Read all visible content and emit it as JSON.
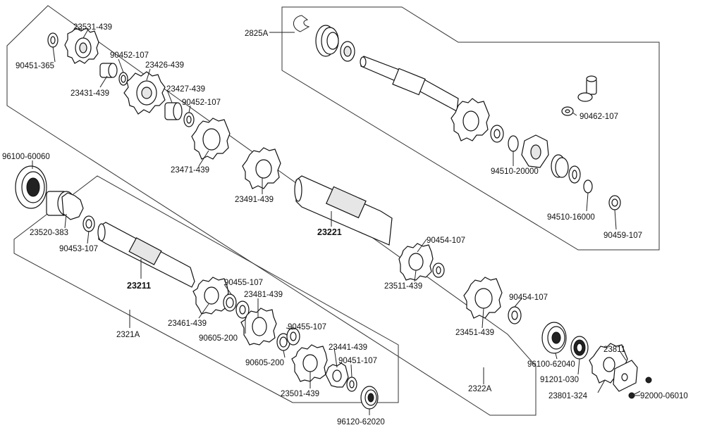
{
  "part_labels": {
    "p23531": "23531-439",
    "p90451_365": "90451-365",
    "p90452_107a": "90452-107",
    "p23426": "23426-439",
    "p23431": "23431-439",
    "p23427": "23427-439",
    "p90452_107b": "90452-107",
    "p23471": "23471-439",
    "p2825A": "2825A",
    "p90462": "90462-107",
    "p94510_20000": "94510-20000",
    "p94510_16000": "94510-16000",
    "p90459": "90459-107",
    "p96100_60060": "96100-60060",
    "p23491": "23491-439",
    "p23221": "23221",
    "p23520": "23520-383",
    "p90453": "90453-107",
    "p90454_107a": "90454-107",
    "p23511": "23511-439",
    "p23211": "23211",
    "p90455_107a": "90455-107",
    "p23481": "23481-439",
    "p23461": "23461-439",
    "p90605_200a": "90605-200",
    "p90455_107b": "90455-107",
    "p90454_107b": "90454-107",
    "p23451": "23451-439",
    "p2321A": "2321A",
    "p90605_200b": "90605-200",
    "p23441": "23441-439",
    "p90451_107": "90451-107",
    "p23501": "23501-439",
    "p96120": "96120-62020",
    "p96100_62040": "96100-62040",
    "p91201": "91201-030",
    "p23811": "23811",
    "p23801": "23801-324",
    "p92000": "92000-06010",
    "p2322A": "2322A"
  }
}
